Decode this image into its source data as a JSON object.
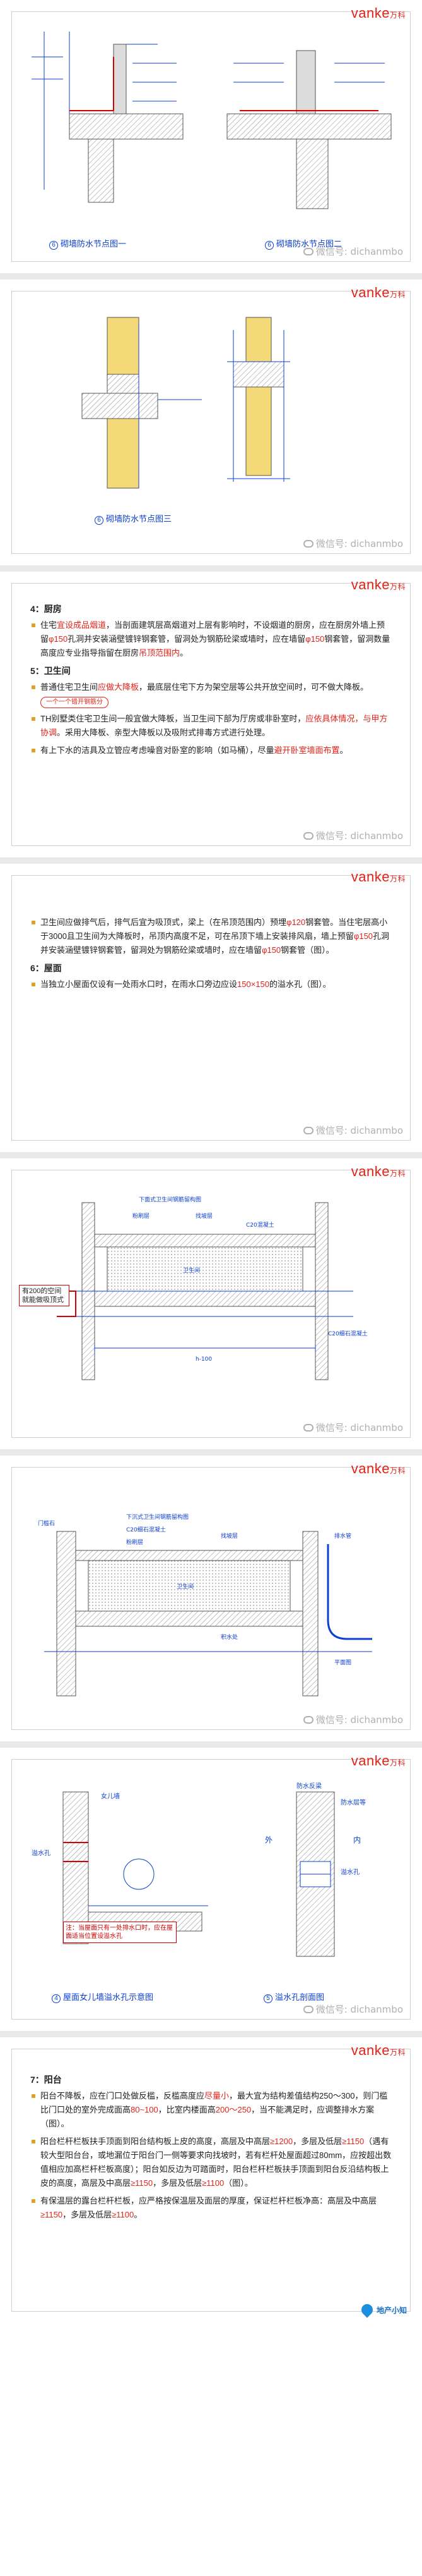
{
  "brand": {
    "logo": "vanke",
    "logo_cn": "万科",
    "tagline": ""
  },
  "watermark": "微信号: dichanmbo",
  "slide1": {
    "captions": [
      {
        "num": "6",
        "text": "砌墙防水节点图一"
      },
      {
        "num": "6",
        "text": "砌墙防水节点图二"
      }
    ]
  },
  "slide2": {
    "captions": [
      {
        "num": "6",
        "text": "砌墙防水节点图三"
      }
    ]
  },
  "slide3": {
    "heading_kitchen": "4：厨房",
    "kitchen_bullet_1_a": "住宅",
    "kitchen_bullet_1_red": "宜设成品烟道",
    "kitchen_bullet_1_b": "，当剖面建筑层高烟道对上层有影响时，不设烟道的厨房，应在厨房外墙上预留",
    "kitchen_bullet_1_red2": "φ150",
    "kitchen_bullet_1_c": "孔洞并安装涵壁镀锌钢套管，留洞处为钢筋砼梁或墙时，应在墙留",
    "kitchen_bullet_1_red3": "φ150",
    "kitchen_bullet_1_d": "钢套管，留洞数量高度应专业指导指留在厨房",
    "kitchen_bullet_1_red4": "吊顶范围内",
    "heading_bath": "5：卫生间",
    "bath_bullet_1_a": "普通住宅卫生间",
    "bath_bullet_1_red": "应做大降板",
    "bath_bullet_1_b": "，最底层住宅下方为架空层等公共开放空间时，可不做大降板。",
    "bath_callout": "一个一个错开钢筋分",
    "bath_bullet_2_a": "TH别墅类住宅卫生间一般宜做大降板，当卫生间下部为厅房或非卧室时，",
    "bath_bullet_2_red": "应依具体情况，与甲方协调",
    "bath_bullet_2_b": "。采用大降板、亲型大降板以及吸附式排毒方式进行处理。",
    "bath_bullet_3_a": "有上下水的洁具及立管应考虑噪音对卧室的影响（如马桶），尽量",
    "bath_bullet_3_red": "避开卧室墙面布置",
    "bath_bullet_3_b": "。"
  },
  "slide4": {
    "bullet_1_a": "卫生间应做排气后，排气后宜为吸顶式，梁上（在吊顶范围内）预埋",
    "bullet_1_red": "φ120",
    "bullet_1_b": "钢套管。当住宅层高小于3000且卫生间为大降板时，吊顶内高度不足，可在吊顶下墙上安装排风扇，墙上预留",
    "bullet_1_red2": "φ150",
    "bullet_1_c": "孔洞并安装涵壁镀锌钢套管，留洞处为钢筋砼梁或墙时，应在墙留",
    "bullet_1_red3": "φ150",
    "bullet_1_d": "钢套管（图）。",
    "heading_roof": "6：屋面",
    "roof_bullet_a": "当独立小屋面仅设有一处雨水口时，在雨水口旁边应设",
    "roof_bullet_red": "150×150",
    "roof_bullet_b": "的溢水孔（图）。"
  },
  "slide5": {
    "callout": "有200的空间就能做吸顶式",
    "labels": [
      "C20混凝土",
      "下面式卫生间钢筋留构图",
      "粉刷层",
      "找坡层",
      "C20细石混凝土",
      "卫生间",
      "h-100"
    ]
  },
  "slide6": {
    "labels": [
      "门槛石",
      "下沉式卫生间钢筋留构图",
      "C20细石混凝土",
      "粉刷层",
      "找坡层",
      "卫生间",
      "积水处",
      "平面图",
      "排水管"
    ]
  },
  "slide7": {
    "captions": [
      {
        "num": "4",
        "text": "屋面女儿墙溢水孔示意图"
      },
      {
        "num": "5",
        "text": "溢水孔剖面图"
      }
    ],
    "labels": [
      "女儿墙",
      "溢水孔",
      "注：当屋面只有一处排水口时，应在屋面适当位置设溢水孔",
      "防水反梁",
      "外",
      "内",
      "防水层等",
      "溢水孔"
    ]
  },
  "slide8": {
    "heading": "7：阳台",
    "b1_a": "阳台不降板，应在门口处做反槛，反槛高度应",
    "b1_red": "尽量小",
    "b1_b": "，最大宜为结构差值",
    "b1_c": "结构250～300，则门槛比门口处的室外完成面高",
    "b1_red2": "80~100",
    "b1_d": "，比室内楼面高",
    "b1_red3": "200～250",
    "b1_e": "，当不能满足时，应调整排水方案（图）。",
    "b2_a": "阳台栏杆栏板扶手顶面到阳台结构板上皮的高度，高层及中高层",
    "b2_red": "≥1200",
    "b2_b": "，多层及低层",
    "b2_red2": "≥1150",
    "b2_c": "（遇有较大型阳台台，或地漏位于阳台门一侧等要求向找坡时，若有栏杆处屋面超过80mm，应按超出数值相应加高栏杆栏板高度）；阳台如反边为可踏面时，阳台栏杆栏板扶手顶面到阳台反沿结构板上皮的高度，高层及中高层",
    "b2_red3": "≥1150",
    "b2_d": "，多层及低层",
    "b2_red4": "≥1100",
    "b2_e": "（图）。",
    "b3_a": "有保温层的露台栏杆栏板，应严格按保温层及面层的厚度，保证栏杆栏板净高：高层及中高层",
    "b3_red": "≥1150",
    "b3_b": "，多层及低层",
    "b3_red2": "≥1100",
    "b3_c": "。",
    "site_logo": "地产小知"
  },
  "colors": {
    "accent_red": "#e2231a",
    "drawing_blue": "#0b3fd0",
    "drawing_red": "#d40000",
    "hatch": "#8a8a8a",
    "brand_red": "#e2231a"
  }
}
